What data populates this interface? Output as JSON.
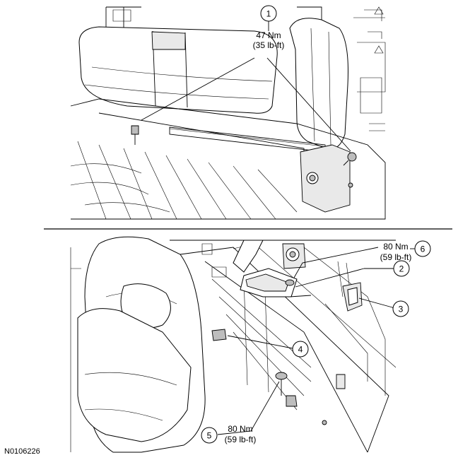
{
  "figure_id": "N0106226",
  "callouts": [
    {
      "number": "1",
      "torque_nm": "47 Nm",
      "torque_lbft": "(35 lb-ft)"
    },
    {
      "number": "2"
    },
    {
      "number": "3"
    },
    {
      "number": "4"
    },
    {
      "number": "5",
      "torque_nm": "80 Nm",
      "torque_lbft": "(59 lb-ft)"
    },
    {
      "number": "6",
      "torque_nm": "80 Nm",
      "torque_lbft": "(59 lb-ft)"
    }
  ]
}
